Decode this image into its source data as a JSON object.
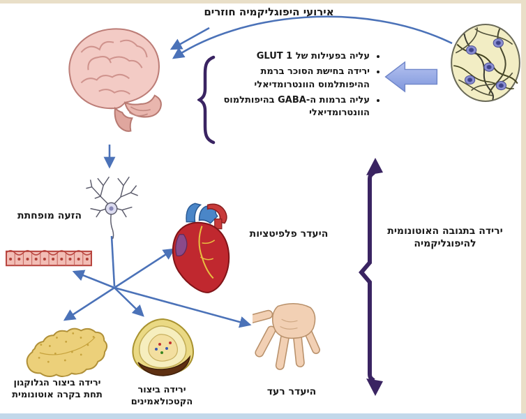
{
  "title": "אירועי היפוגליקמיה חוזרים",
  "mechanisms": {
    "items": [
      "עליה בפעילות של GLUT 1",
      "ירידה בחישת הסוכר ברמת ההיפותלמוס הוונטרומדיאלי",
      "עליה ברמות ה-GABA בהיפותלמוס הוונטרומדיאלי"
    ]
  },
  "labels": {
    "sweating": "הזעה מופחתת",
    "palpitations": "היעדר פלפיטציות",
    "glucagon": "ירידה ביצור הגלוקגון תחת בקרה אוטונומית",
    "catecholamines": "ירידה ביצור הקטכולאמינים",
    "tremor": "היעדר רעד",
    "autonomic_response": "ירידה בתגובה האוטונומית להיפוגליקמיה"
  },
  "icons": [
    "brain-icon",
    "histology-circle-icon",
    "neuron-icon",
    "heart-icon",
    "skin-epithelium-icon",
    "pancreas-icon",
    "adrenal-gland-icon",
    "hand-icon",
    "block-arrow-left-icon",
    "curly-brace-icon",
    "bracket-arrows-icon"
  ],
  "colors": {
    "arrow_blue": "#4b72b8",
    "brace_purple": "#3a2462",
    "block_arrow_fill": "#8fa4e2",
    "edge_beige": "#e9dfc8",
    "edge_blue": "#c2d8ea"
  }
}
